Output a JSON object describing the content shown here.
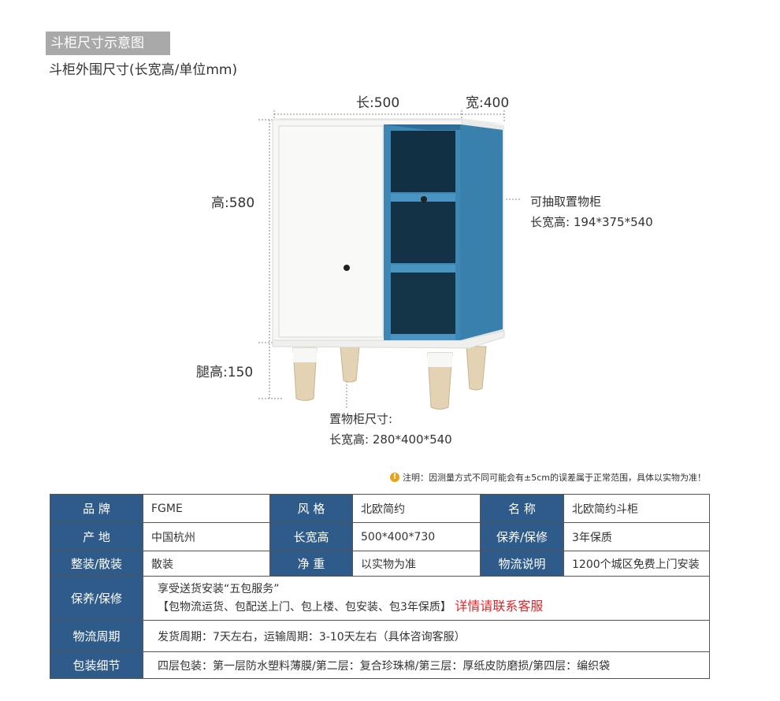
{
  "header": {
    "section_title": "斗柜尺寸示意图",
    "subtitle": "斗柜外围尺寸(长宽高/单位mm)"
  },
  "diagram": {
    "length": "长:500",
    "width": "宽:400",
    "height": "高:580",
    "leg_height": "腿高:150",
    "drawer_callout_title": "可抽取置物柜",
    "drawer_callout_dims": "长宽高: 194*375*540",
    "cabinet_callout_title": "置物柜尺寸:",
    "cabinet_callout_dims": "长宽高: 280*400*540",
    "colors": {
      "cabinet_white": "#f7f7f5",
      "shelf_blue": "#3e86b3",
      "leg_wood": "#e3d3b4"
    }
  },
  "note": {
    "icon": "warning-icon",
    "text": "注明：因测量方式不同可能会有±5cm的误差属于正常范围，具体以实物为准！"
  },
  "specs": {
    "rows": [
      {
        "l1": "品 牌",
        "v1": "FGME",
        "l2": "风 格",
        "v2": "北欧简约",
        "l3": "名 称",
        "v3": "北欧简约斗柜"
      },
      {
        "l1": "产 地",
        "v1": "中国杭州",
        "l2": "长宽高",
        "v2": "500*400*730",
        "l3": "保养/保修",
        "v3": "3年保质"
      },
      {
        "l1": "整装/散装",
        "v1": "散装",
        "l2": "净 重",
        "v2": "以实物为准",
        "l3": "物流说明",
        "v3": "1200个城区免费上门安装"
      }
    ],
    "service_label": "保养/保修",
    "service_line1": "享受送货安装“五包服务”",
    "service_line2": "【包物流运货、包配送上门、包上楼、包安装、包3年保质】",
    "service_contact": "详情请联系客服",
    "logistics_label": "物流周期",
    "logistics_value": "发货周期：7天左右，运输周期：3-10天左右（具体咨询客服）",
    "packing_label": "包装细节",
    "packing_value": "四层包装：第一层防水塑料薄膜/第二层：复合珍珠棉/第三层：厚纸皮防磨损/第四层：编织袋",
    "label_color": "#2f5b8a",
    "contact_color": "#e0262b"
  }
}
